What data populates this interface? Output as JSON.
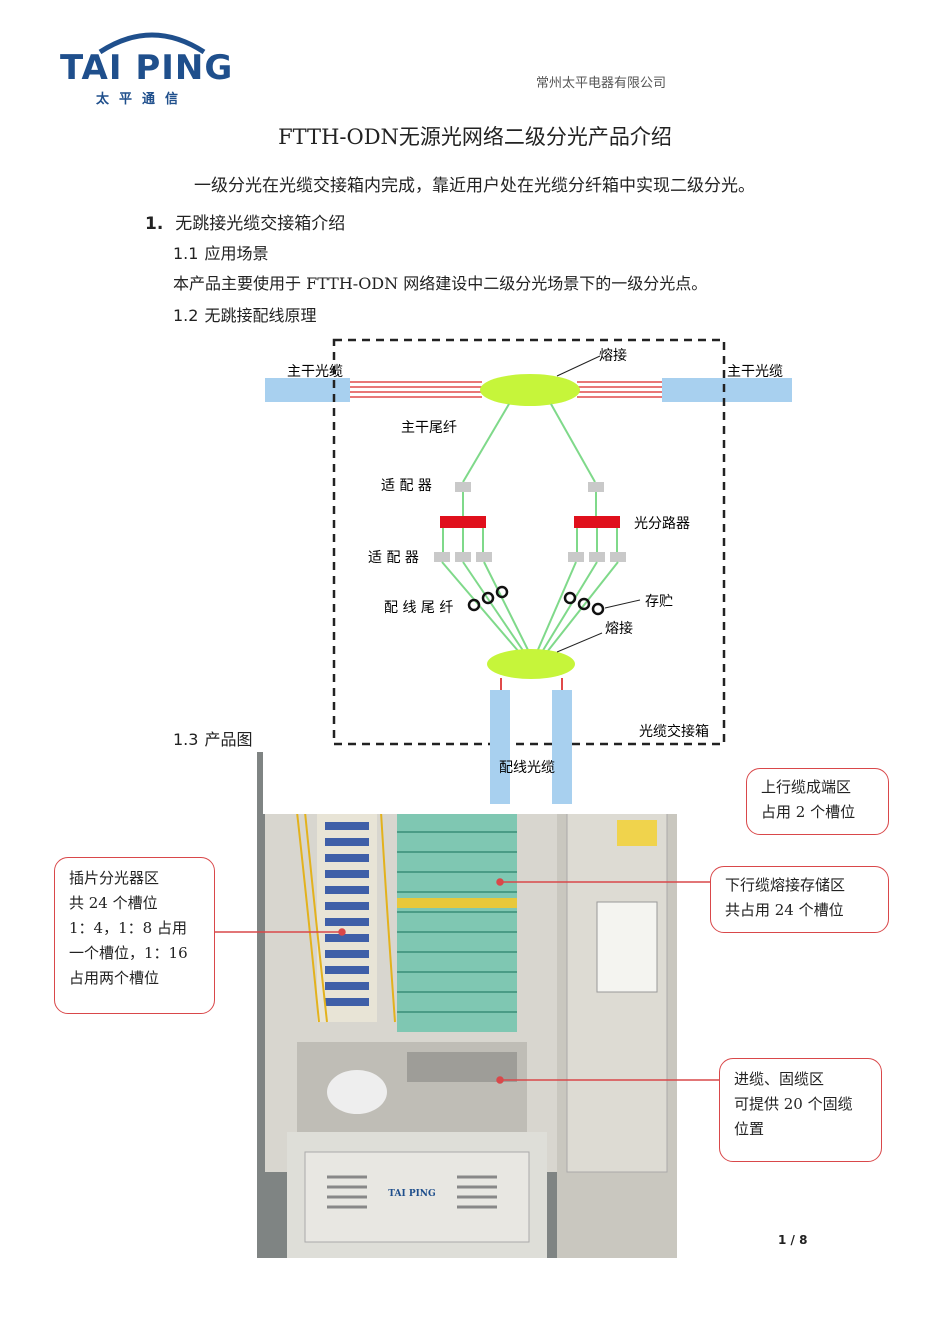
{
  "header": {
    "logo_text": "TAI PING",
    "logo_cn": "太平通信",
    "company": "常州太平电器有限公司"
  },
  "title": "FTTH-ODN无源光网络二级分光产品介绍",
  "intro": "一级分光在光缆交接箱内完成，靠近用户处在光缆分纤箱中实现二级分光。",
  "section1": {
    "num": "1.",
    "label": "无跳接光缆交接箱介绍"
  },
  "sub1_1": {
    "num": "1.1",
    "label": "应用场景"
  },
  "body1": "本产品主要使用于 FTTH-ODN 网络建设中二级分光场景下的一级分光点。",
  "sub1_2": {
    "num": "1.2",
    "label": "无跳接配线原理"
  },
  "sub1_3": {
    "num": "1.3",
    "label": "产品图"
  },
  "diagram": {
    "trunk_left": "主干光缆",
    "trunk_right": "主干光缆",
    "splice_top": "熔接",
    "trunk_pigtail": "主干尾纤",
    "adapter_top": "适 配 器",
    "splitter": "光分路器",
    "adapter_bottom": "适 配 器",
    "dist_pigtail": "配 线 尾 纤",
    "storage": "存贮",
    "splice_bottom": "熔接",
    "cabinet": "光缆交接箱",
    "dist_cable": "配线光缆"
  },
  "callouts": {
    "upper": [
      "上行缆成端区",
      "占用 2 个槽位"
    ],
    "left": [
      "插片分光器区",
      "共 24 个槽位",
      "1：4，1：8 占用",
      "一个槽位，1：16",
      "占用两个槽位"
    ],
    "down": [
      "下行缆熔接存储区",
      "共占用 24 个槽位"
    ],
    "entry": [
      "进缆、固缆区",
      "可提供 20 个固缆",
      "位置"
    ]
  },
  "photo": {
    "brand": "TAI PING"
  },
  "page": "1 / 8",
  "colors": {
    "brand_blue": "#1f4f8c",
    "callout_red": "#d9484a",
    "fiber_green": "#7fd98a",
    "splitter_red": "#e0101c",
    "splice_green": "#c6f53a"
  }
}
